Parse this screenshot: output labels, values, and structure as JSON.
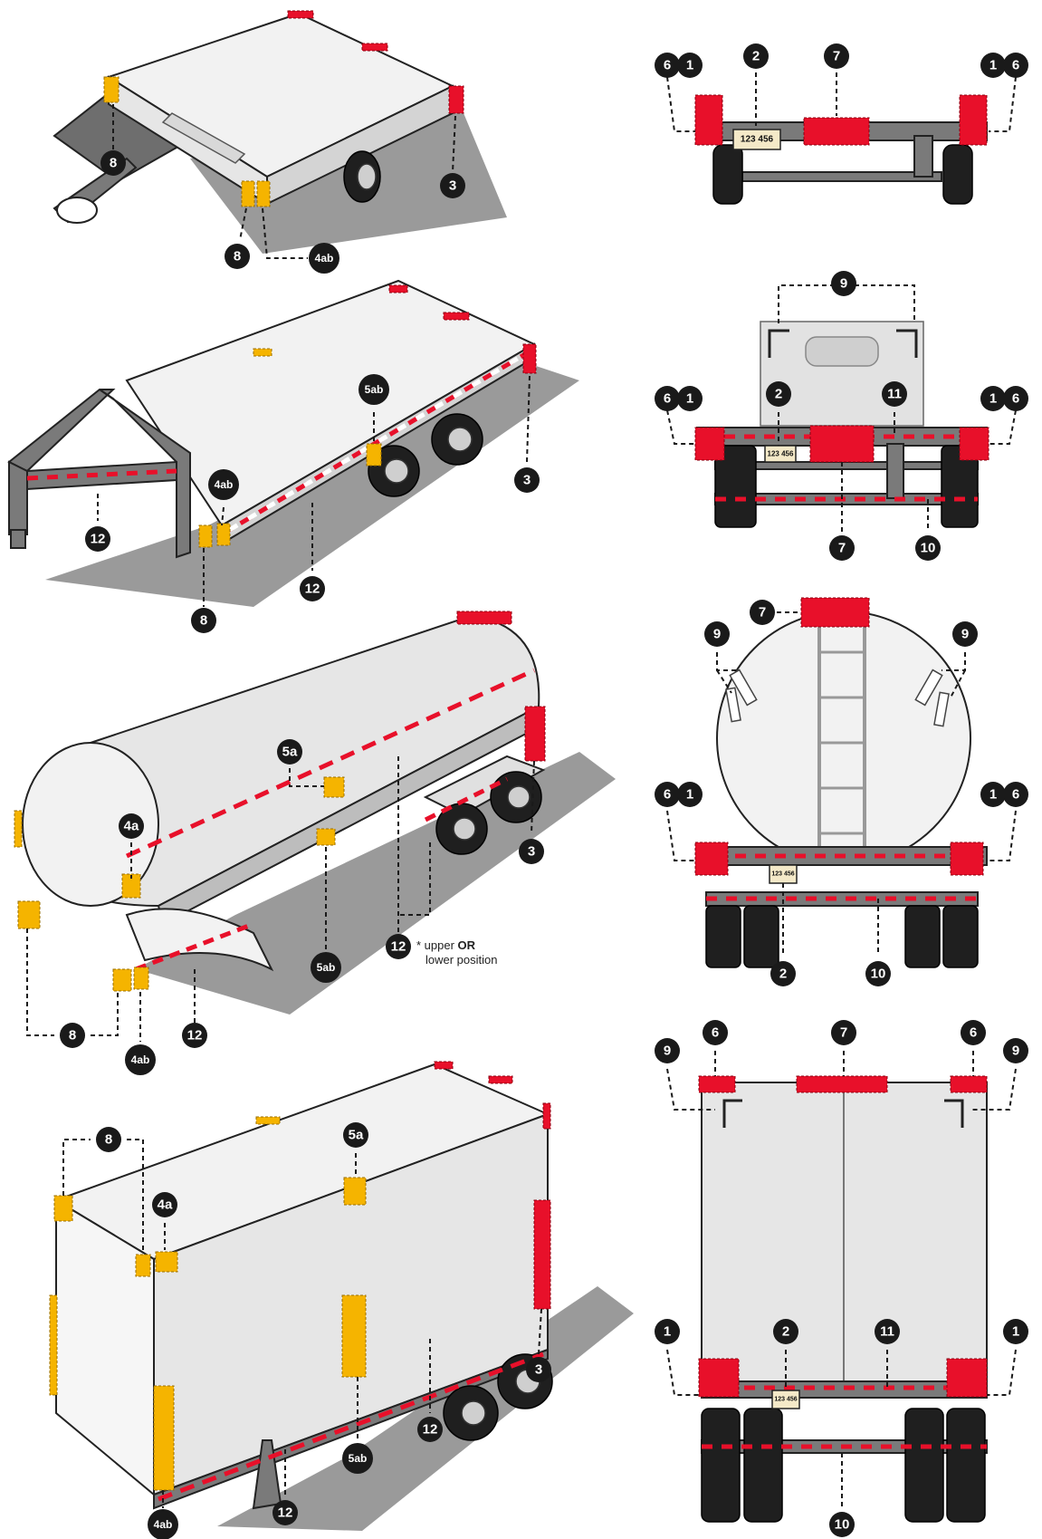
{
  "callouts": [
    {
      "id": "c1",
      "label": "8"
    },
    {
      "id": "c2",
      "label": "8"
    },
    {
      "id": "c3",
      "label": "4ab"
    },
    {
      "id": "c4",
      "label": "3"
    },
    {
      "id": "c5",
      "label": "6"
    },
    {
      "id": "c6",
      "label": "1"
    },
    {
      "id": "c7",
      "label": "2"
    },
    {
      "id": "c8",
      "label": "7"
    },
    {
      "id": "c9",
      "label": "1"
    },
    {
      "id": "c10",
      "label": "6"
    },
    {
      "id": "c11",
      "label": "5ab"
    },
    {
      "id": "c12",
      "label": "4ab"
    },
    {
      "id": "c13",
      "label": "12"
    },
    {
      "id": "c14",
      "label": "12"
    },
    {
      "id": "c15",
      "label": "8"
    },
    {
      "id": "c16",
      "label": "3"
    },
    {
      "id": "c17",
      "label": "9"
    },
    {
      "id": "c18",
      "label": "6"
    },
    {
      "id": "c19",
      "label": "1"
    },
    {
      "id": "c20",
      "label": "2"
    },
    {
      "id": "c21",
      "label": "11"
    },
    {
      "id": "c22",
      "label": "1"
    },
    {
      "id": "c23",
      "label": "6"
    },
    {
      "id": "c24",
      "label": "7"
    },
    {
      "id": "c25",
      "label": "10"
    },
    {
      "id": "c26",
      "label": "5a"
    },
    {
      "id": "c27",
      "label": "4a"
    },
    {
      "id": "c28",
      "label": "3"
    },
    {
      "id": "c29",
      "label": "12"
    },
    {
      "id": "c30",
      "label": "5ab"
    },
    {
      "id": "c31",
      "label": "8"
    },
    {
      "id": "c32",
      "label": "4ab"
    },
    {
      "id": "c33",
      "label": "12"
    },
    {
      "id": "c34",
      "label": "7"
    },
    {
      "id": "c35",
      "label": "9"
    },
    {
      "id": "c36",
      "label": "9"
    },
    {
      "id": "c37",
      "label": "6"
    },
    {
      "id": "c38",
      "label": "1"
    },
    {
      "id": "c39",
      "label": "1"
    },
    {
      "id": "c40",
      "label": "6"
    },
    {
      "id": "c41",
      "label": "2"
    },
    {
      "id": "c42",
      "label": "10"
    },
    {
      "id": "c43",
      "label": "8"
    },
    {
      "id": "c44",
      "label": "5a"
    },
    {
      "id": "c45",
      "label": "4a"
    },
    {
      "id": "c46",
      "label": "3"
    },
    {
      "id": "c47",
      "label": "12"
    },
    {
      "id": "c48",
      "label": "5ab"
    },
    {
      "id": "c49",
      "label": "12"
    },
    {
      "id": "c50",
      "label": "4ab"
    },
    {
      "id": "c51",
      "label": "9"
    },
    {
      "id": "c52",
      "label": "6"
    },
    {
      "id": "c53",
      "label": "7"
    },
    {
      "id": "c54",
      "label": "6"
    },
    {
      "id": "c55",
      "label": "9"
    },
    {
      "id": "c56",
      "label": "1"
    },
    {
      "id": "c57",
      "label": "2"
    },
    {
      "id": "c58",
      "label": "11"
    },
    {
      "id": "c59",
      "label": "1"
    },
    {
      "id": "c60",
      "label": "10"
    }
  ],
  "plates": {
    "p1": "123 456",
    "p2": "123 456",
    "p3": "123 456",
    "p4": "123 456"
  },
  "note": {
    "prefix": "* upper ",
    "emphasis": "OR",
    "line2": "lower position"
  },
  "colors": {
    "red": "#e8102a",
    "amber": "#f5b400",
    "callout": "#1a1a1a"
  }
}
